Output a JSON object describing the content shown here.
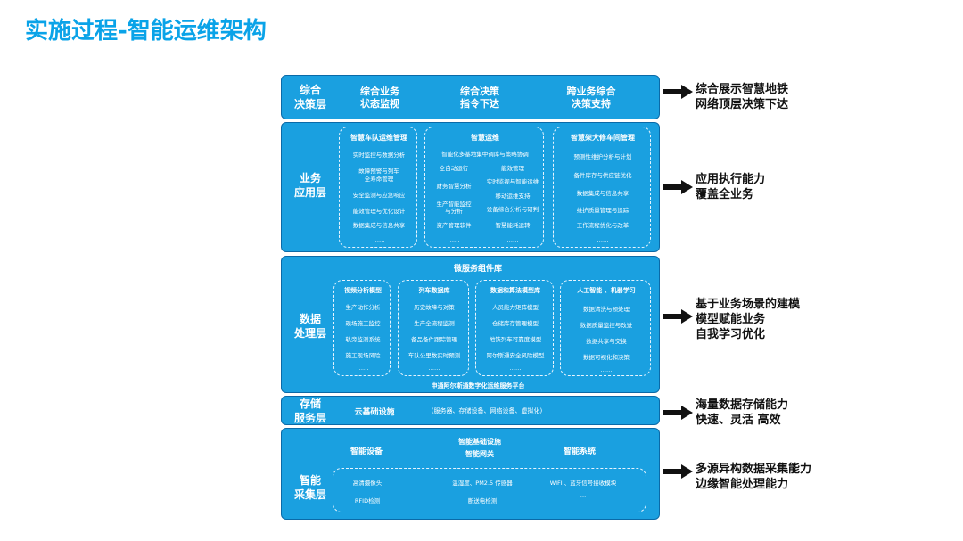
{
  "title": "实施过程-智能运维架构",
  "layers": {
    "decision": {
      "name_l1": "综合",
      "name_l2": "决策层",
      "items": [
        {
          "l1": "综合业务",
          "l2": "状态监视"
        },
        {
          "l1": "综合决策",
          "l2": "指令下达"
        },
        {
          "l1": "跨业务综合",
          "l2": "决策支持"
        }
      ],
      "right": [
        "综合展示智慧地铁",
        "网络顶层决策下达"
      ]
    },
    "application": {
      "name_l1": "业务",
      "name_l2": "应用层",
      "box1": {
        "title": "智慧车队运维管理",
        "items": [
          "实时监控与数据分析",
          "故障预警与列车",
          "全寿命管理",
          "安全监测与应急响应",
          "能效管理与优化设计",
          "数据集成与信息共享",
          "……"
        ]
      },
      "box2": {
        "title": "智慧运维",
        "items": [
          "智能化多基地集中调库与策略协调",
          "全自动运行",
          "能效管理",
          "财务智慧分析",
          "实时监视与智能运维",
          "移动运维支持",
          "生产智能监控",
          "与分析",
          "设备综合分析与研判",
          "资产管理软件",
          "智慧能耗运转",
          "……",
          "……"
        ]
      },
      "box3": {
        "title": "智慧架大修车间管理",
        "items": [
          "预测性维护分析与计划",
          "备件库存与供应链优化",
          "数据集成与信息共享",
          "维护质量管理与追踪",
          "工作流程优化与改革",
          "……"
        ]
      },
      "right": [
        "应用执行能力",
        "覆盖全业务"
      ]
    },
    "data": {
      "name_l1": "数据",
      "name_l2": "处理层",
      "header": "微服务组件库",
      "footer": "申通阿尔斯通数字化运维服务平台",
      "box1": {
        "title": "视频分析模型",
        "items": [
          "生产动作分析",
          "现场施工监控",
          "轨旁监测系统",
          "施工现场风险",
          "……"
        ]
      },
      "box2": {
        "title": "列车数据库",
        "items": [
          "历史故障与对策",
          "生产全流程监测",
          "备品备件跟踪管理",
          "车队公里数实时预测",
          "……"
        ]
      },
      "box3": {
        "title": "数据和算法模型库",
        "items": [
          "人员能力矩阵模型",
          "仓储库存管理模型",
          "地铁列车可靠度模型",
          "阿尔斯通安全风险模型",
          "……"
        ]
      },
      "box4": {
        "title": "人工智能 、机器学习",
        "items": [
          "数据清洗与预处理",
          "数据质量监控与改进",
          "数据共享与交换",
          "数据可视化和决策",
          "……"
        ]
      },
      "right": [
        "基于业务场景的建模",
        "模型赋能业务",
        "自我学习优化"
      ]
    },
    "storage": {
      "name_l1": "存储",
      "name_l2": "服务层",
      "main": "云基础设施",
      "detail": "(服务器、存储设备、网络设备、虚拟化)",
      "right": [
        "海量数据存储能力",
        "快速、灵活 高效"
      ]
    },
    "collection": {
      "name_l1": "智能",
      "name_l2": "采集层",
      "headers": [
        "智能设备",
        "智能基础设施",
        "智能网关",
        "智能系统"
      ],
      "items": [
        "高清摄像头",
        "RFID检测",
        "温湿度、PM2.5 传感器",
        "断送电检测",
        "WIFI 、蓝牙信号接收模块",
        "…"
      ],
      "right": [
        "多源异构数据采集能力",
        "边缘智能处理能力"
      ]
    }
  },
  "colors": {
    "title": "#0aa3e8",
    "layer_fill": "#1aa0e0",
    "layer_border": "#0a6aa8",
    "arrow": "#111111"
  }
}
